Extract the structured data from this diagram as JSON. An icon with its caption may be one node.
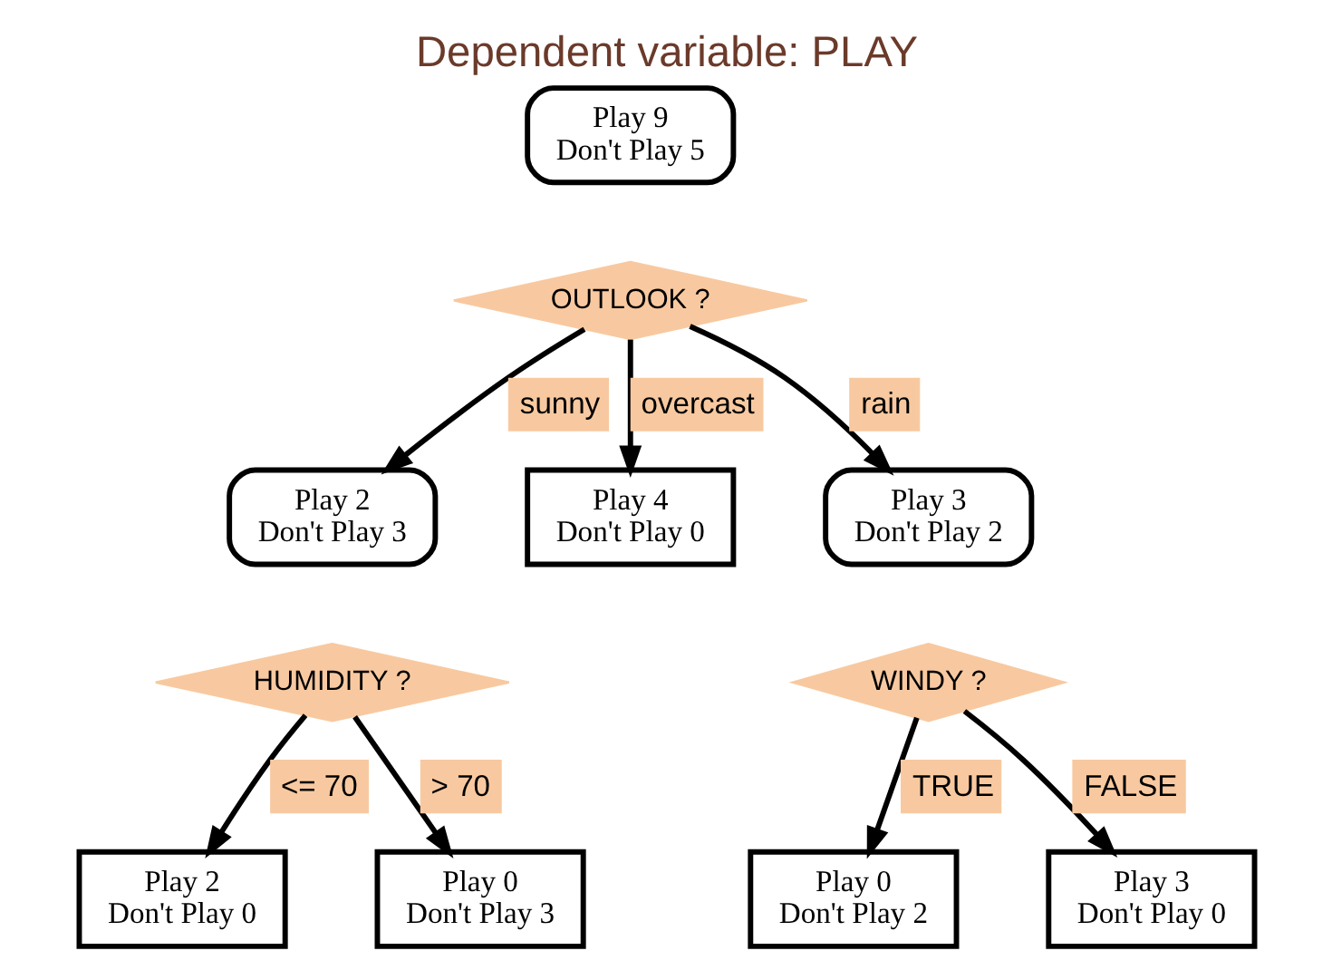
{
  "diagram": {
    "title": "Dependent variable: PLAY",
    "nodes": [
      {
        "text": [
          "Play 9",
          "Don't Play 5"
        ]
      },
      {
        "text": [
          "OUTLOOK ?"
        ]
      },
      {
        "text": [
          "Play 2",
          "Don't Play 3"
        ]
      },
      {
        "text": [
          "Play 4",
          "Don't Play 0"
        ]
      },
      {
        "text": [
          "Play 3",
          "Don't Play 2"
        ]
      },
      {
        "text": [
          "HUMIDITY ?"
        ]
      },
      {
        "text": [
          "WINDY ?"
        ]
      },
      {
        "text": [
          "Play 2",
          "Don't Play 0"
        ]
      },
      {
        "text": [
          "Play 0",
          "Don't Play 3"
        ]
      },
      {
        "text": [
          "Play 0",
          "Don't Play 2"
        ]
      },
      {
        "text": [
          "Play 3",
          "Don't Play 0"
        ]
      }
    ],
    "edges": [
      {
        "from": 1,
        "to": 2,
        "arrow": "to",
        "label": "sunny"
      },
      {
        "from": 1,
        "to": 3,
        "arrow": "to",
        "label": "overcast"
      },
      {
        "from": 1,
        "to": 4,
        "arrow": "to",
        "label": "rain"
      },
      {
        "from": 5,
        "to": 7,
        "arrow": "to",
        "label": "<= 70"
      },
      {
        "from": 5,
        "to": 8,
        "arrow": "to",
        "label": "> 70"
      },
      {
        "from": 6,
        "to": 9,
        "arrow": "to",
        "label": "TRUE"
      },
      {
        "from": 6,
        "to": 10,
        "arrow": "to",
        "label": "FALSE"
      }
    ]
  }
}
